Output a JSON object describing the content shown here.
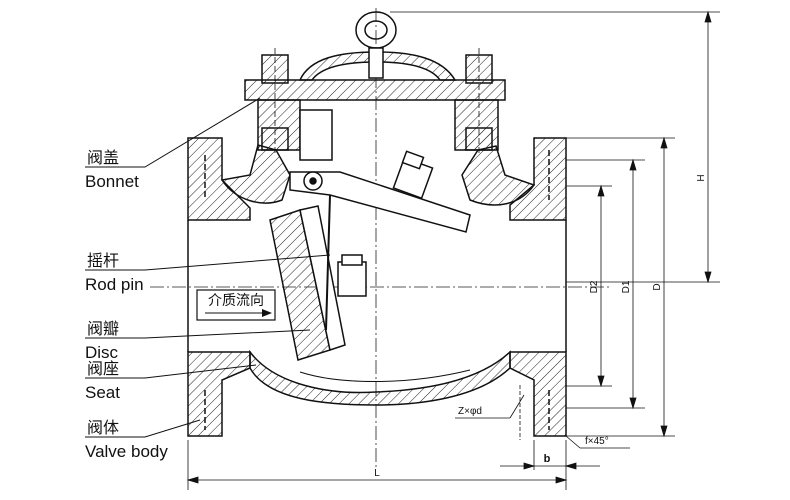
{
  "labels": {
    "bonnet_cn": "阀盖",
    "bonnet_en": "Bonnet",
    "rodpin_cn": "摇杆",
    "rodpin_en": "Rod pin",
    "disc_cn": "阀瓣",
    "disc_en": "Disc",
    "seat_cn": "阀座",
    "seat_en": "Seat",
    "body_cn": "阀体",
    "body_en": "Valve body"
  },
  "flow": {
    "text": "介质流向"
  },
  "dimensions": {
    "L": "L",
    "H": "H",
    "D": "D",
    "D1": "D1",
    "D2": "D2",
    "b": "b",
    "holes": "Z×φd",
    "chamfer": "f×45°"
  }
}
